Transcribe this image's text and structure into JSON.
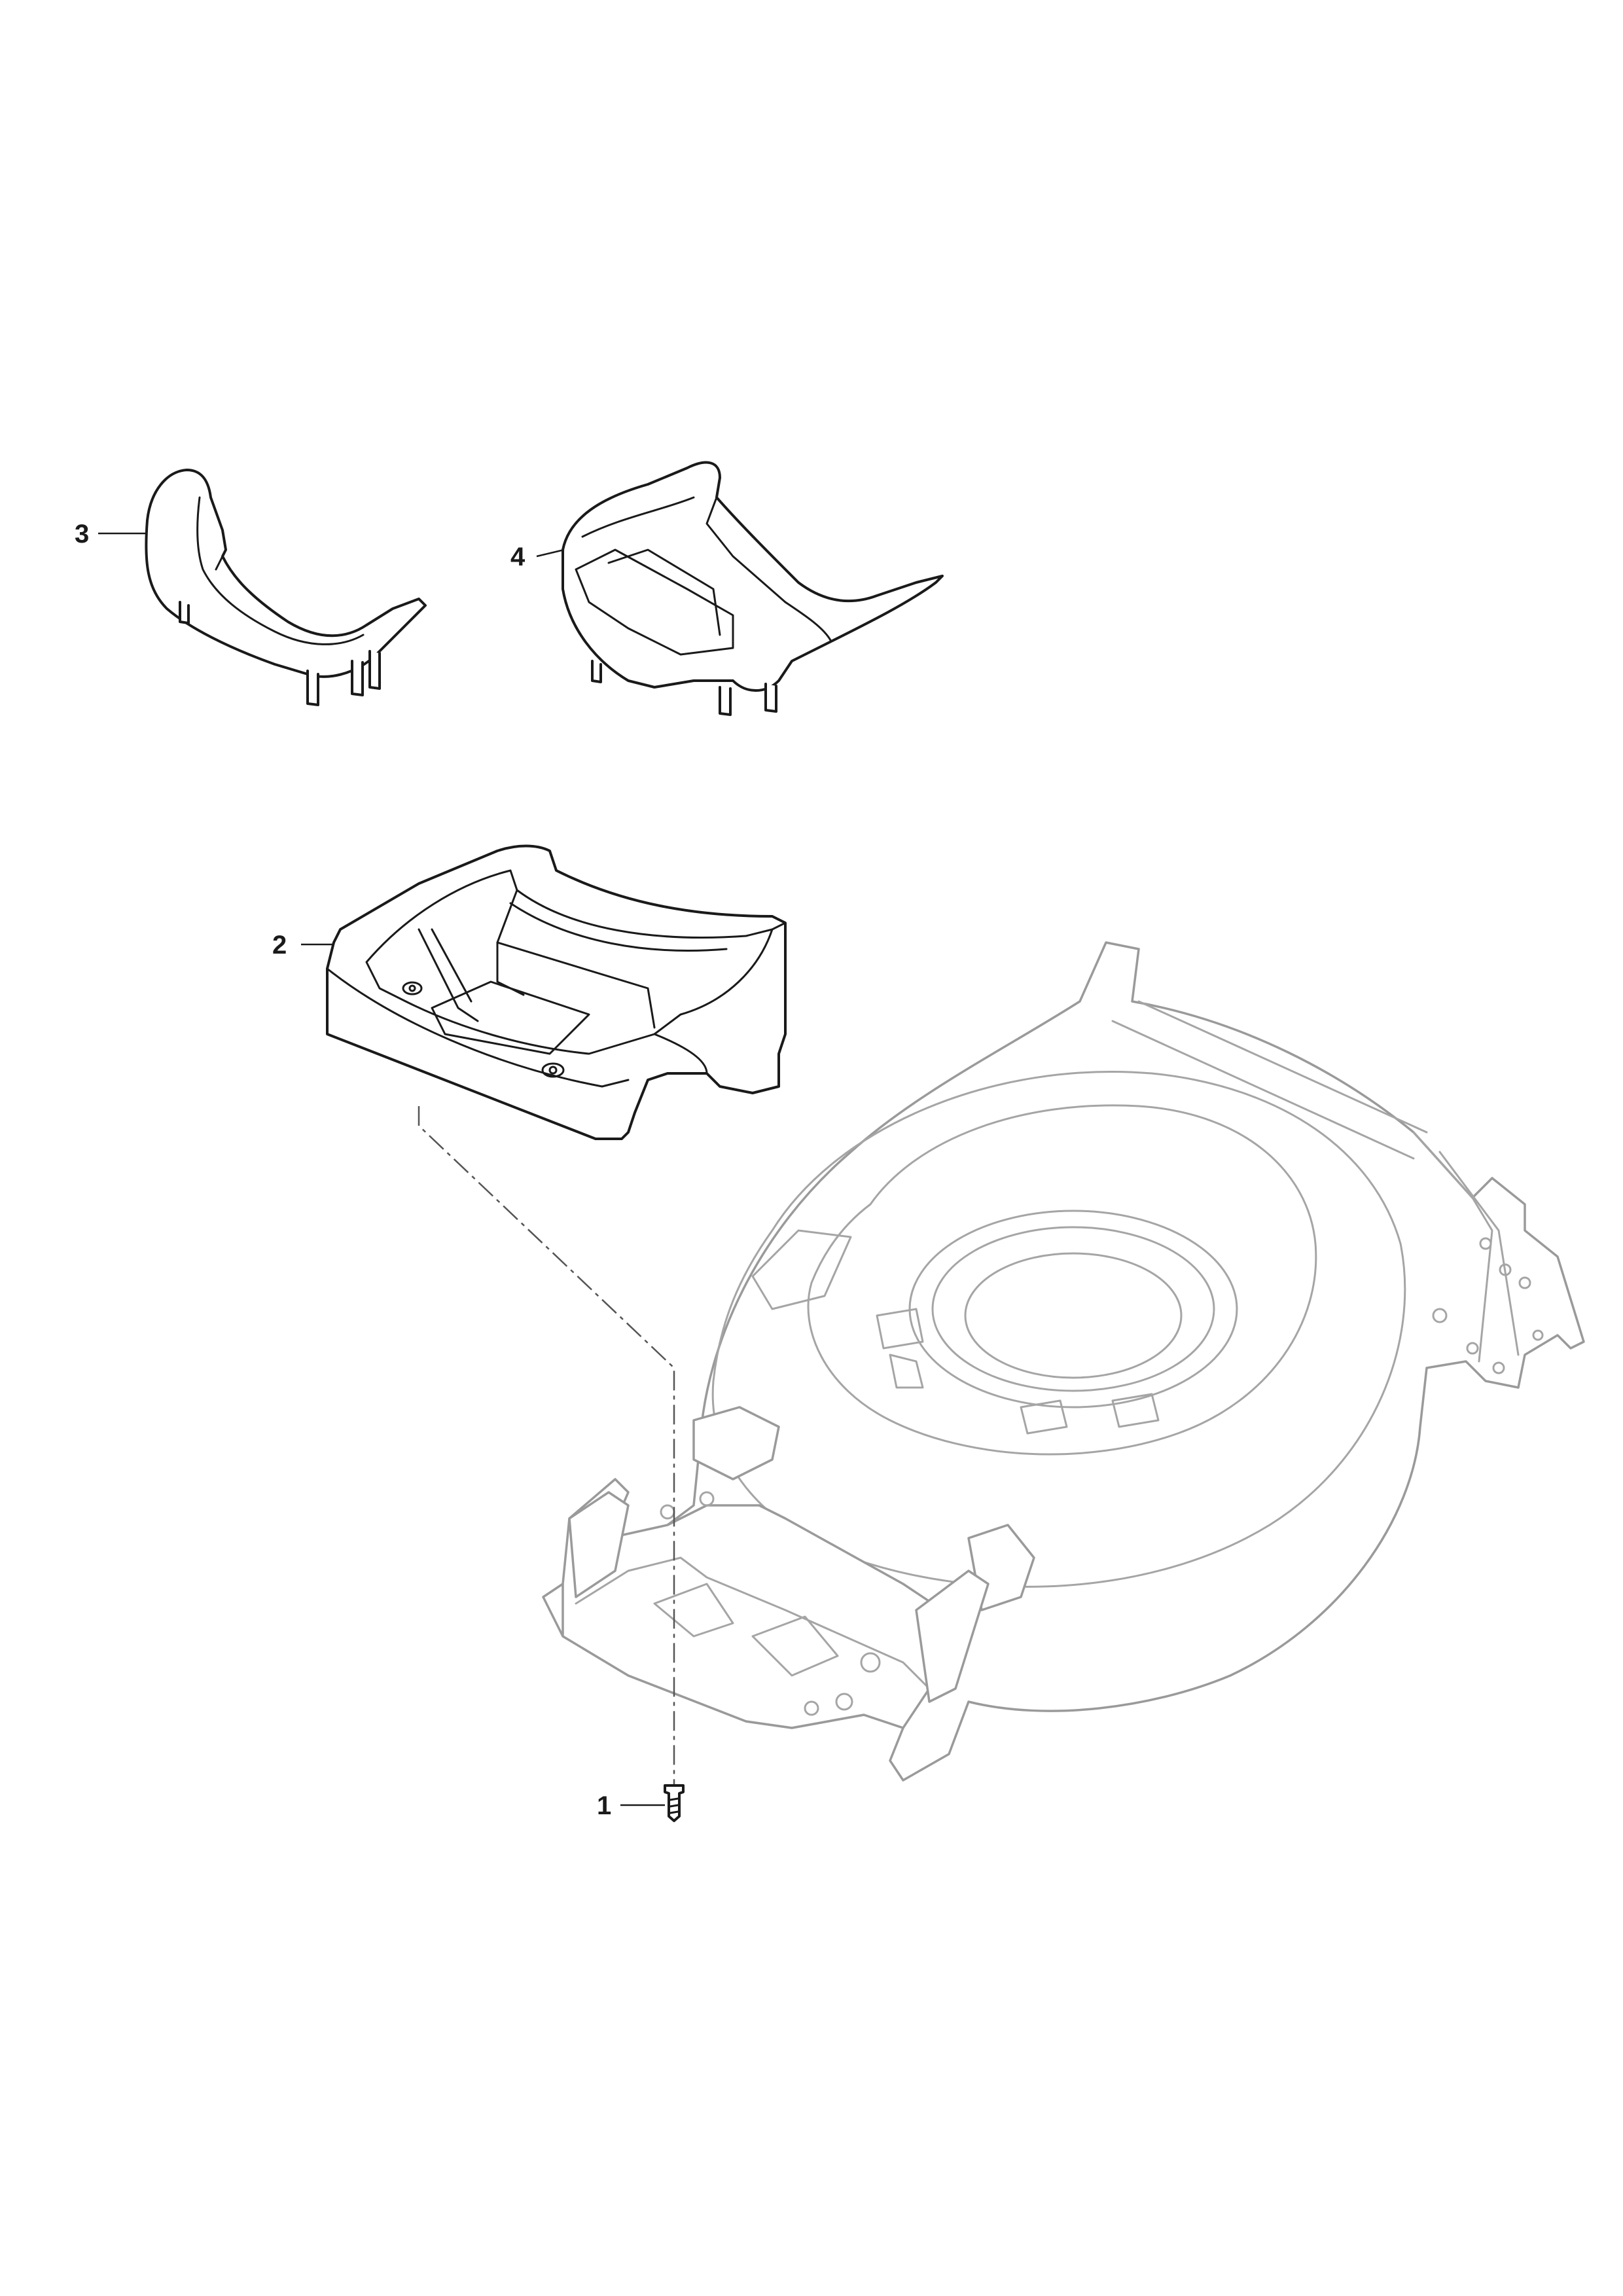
{
  "callouts": [
    {
      "id": "1",
      "label": "1"
    },
    {
      "id": "2",
      "label": "2"
    },
    {
      "id": "3",
      "label": "3"
    },
    {
      "id": "4",
      "label": "4"
    }
  ],
  "colors": {
    "dark_part_stroke": "#1a1a1a",
    "ghost_part_stroke": "#9a9a9a",
    "background": "#ffffff"
  }
}
